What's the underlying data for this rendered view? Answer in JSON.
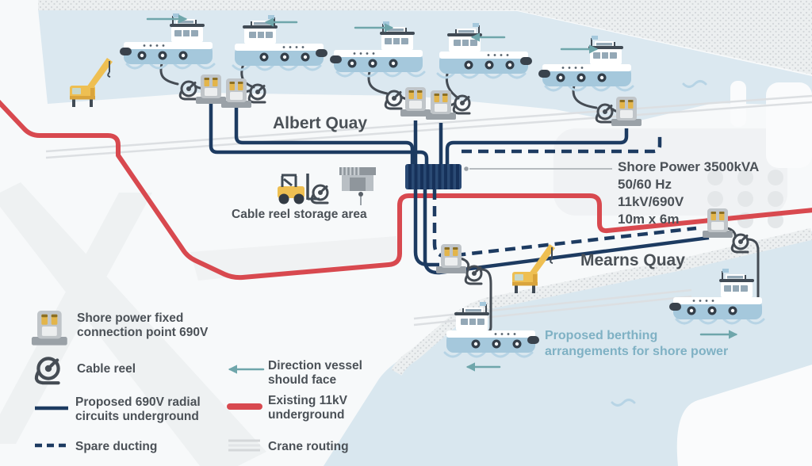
{
  "colors": {
    "navy": "#1d3b61",
    "red": "#d8494f",
    "teal": "#6fa6ab",
    "berthing_text": "#7fb1c4",
    "label_text": "#4b5157",
    "water": "#dbe8f0",
    "crane_yellow": "#eebf52"
  },
  "map": {
    "albert_quay_label": "Albert Quay",
    "mearns_quay_label": "Mearns Quay",
    "storage_label": "Cable reel storage area",
    "shore_power_callout": {
      "lines": [
        "Shore Power 3500kVA",
        "50/60 Hz",
        "11kV/690V",
        "10m x 6m"
      ]
    },
    "berthing_note": {
      "lines": [
        "Proposed berthing",
        "arrangements for shore power"
      ]
    }
  },
  "legend": {
    "items": [
      {
        "id": "shore-power-point",
        "lines": [
          "Shore power fixed",
          "connection point 690V"
        ]
      },
      {
        "id": "cable-reel",
        "lines": [
          "Cable reel"
        ]
      },
      {
        "id": "proposed-circuits",
        "lines": [
          "Proposed 690V radial",
          "circuits underground"
        ]
      },
      {
        "id": "spare-ducting",
        "lines": [
          "Spare ducting"
        ]
      },
      {
        "id": "direction-vessel",
        "lines": [
          "Direction vessel",
          "should face"
        ]
      },
      {
        "id": "existing-11kv",
        "lines": [
          "Existing 11kV",
          "underground"
        ]
      },
      {
        "id": "crane-routing",
        "lines": [
          "Crane routing"
        ]
      }
    ]
  }
}
